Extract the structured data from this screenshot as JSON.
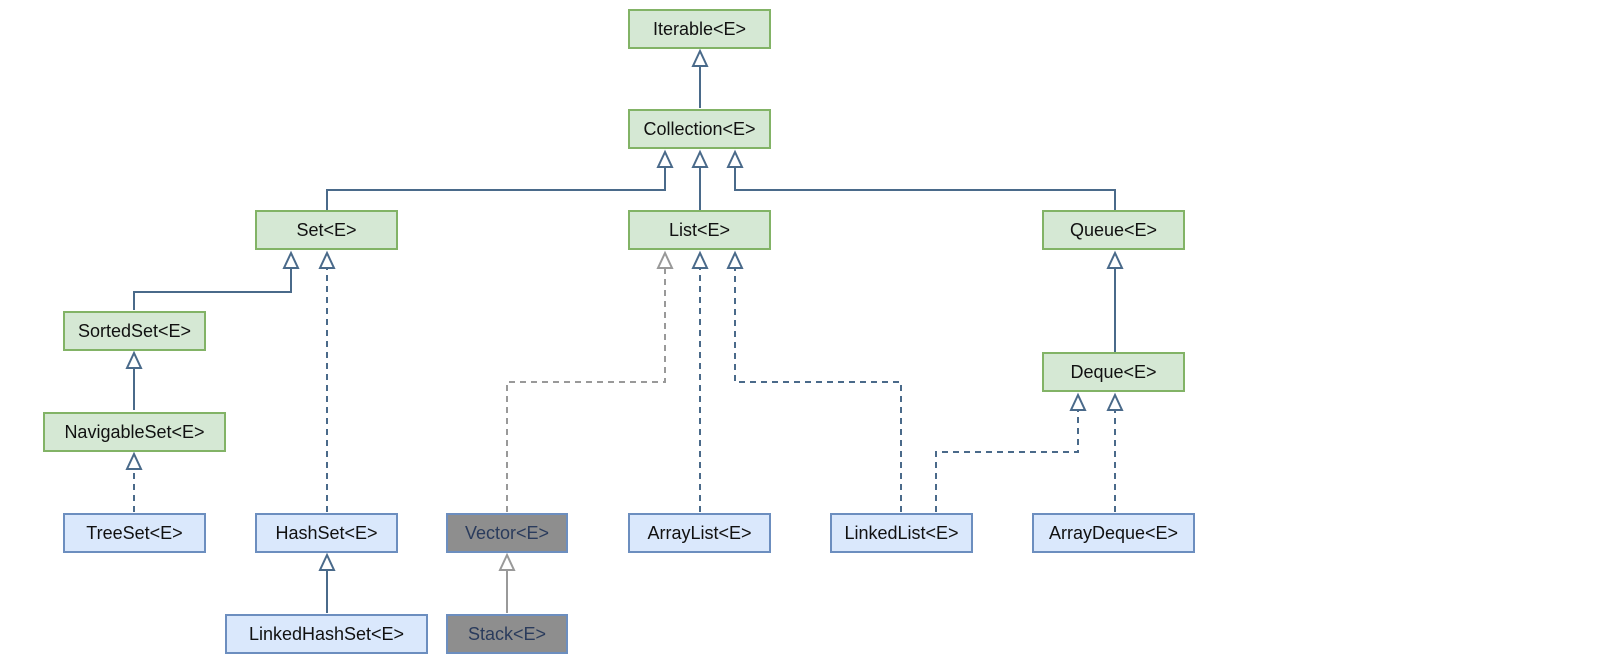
{
  "diagram": {
    "nodes": {
      "iterable": "Iterable<E>",
      "collection": "Collection<E>",
      "set": "Set<E>",
      "list": "List<E>",
      "queue": "Queue<E>",
      "sortedset": "SortedSet<E>",
      "navigableset": "NavigableSet<E>",
      "deque": "Deque<E>",
      "treeset": "TreeSet<E>",
      "hashset": "HashSet<E>",
      "linkedhashset": "LinkedHashSet<E>",
      "vector": "Vector<E>",
      "stack": "Stack<E>",
      "arraylist": "ArrayList<E>",
      "linkedlist": "LinkedList<E>",
      "arraydeque": "ArrayDeque<E>"
    },
    "colors": {
      "interface_fill": "#d5e8d4",
      "interface_border": "#82b366",
      "class_fill": "#dae8fc",
      "class_border": "#6c8ebf",
      "legacy_fill": "#8e8e8e",
      "edge": "#4a6a8a",
      "legacy_edge": "#999999"
    }
  }
}
